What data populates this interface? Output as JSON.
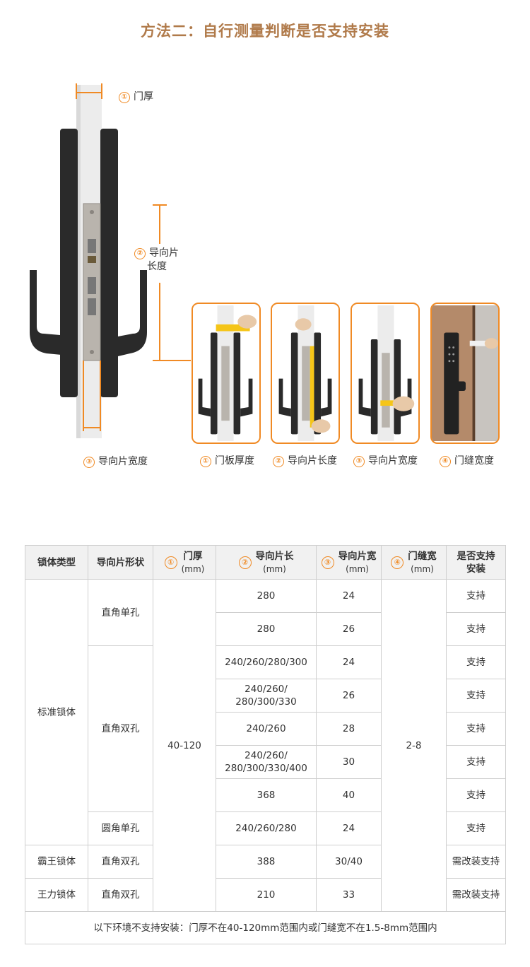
{
  "title": "方法二：自行测量判断是否支持安装",
  "annotations": {
    "door_thickness": {
      "num": "①",
      "label": "门厚"
    },
    "guide_length": {
      "num": "②",
      "label_line1": "导向片",
      "label_line2": "长度"
    },
    "guide_width": {
      "num": "③",
      "label": "导向片宽度"
    }
  },
  "cards": [
    {
      "num": "①",
      "label": "门板厚度"
    },
    {
      "num": "②",
      "label": "导向片长度"
    },
    {
      "num": "③",
      "label": "导向片宽度"
    },
    {
      "num": "④",
      "label": "门缝宽度"
    }
  ],
  "table": {
    "headers": {
      "lock_type": "锁体类型",
      "guide_shape": "导向片形状",
      "door_thickness": {
        "num": "①",
        "label": "门厚",
        "unit": "(mm)"
      },
      "guide_length": {
        "num": "②",
        "label": "导向片长",
        "unit": "(mm)"
      },
      "guide_width": {
        "num": "③",
        "label": "导向片宽",
        "unit": "(mm)"
      },
      "door_gap": {
        "num": "④",
        "label": "门缝宽",
        "unit": "(mm)"
      },
      "supported": "是否支持安装"
    },
    "groups": {
      "standard": "标准锁体",
      "bawang": "霸王锁体",
      "wangli": "王力锁体"
    },
    "shapes": {
      "right_single": "直角单孔",
      "right_double": "直角双孔",
      "round_single": "圆角单孔",
      "bawang_shape": "直角双孔",
      "wangli_shape": "直角双孔"
    },
    "door_thickness_value": "40-120",
    "door_gap_value": "2-8",
    "rows": [
      {
        "length": "280",
        "width": "24",
        "support": "支持"
      },
      {
        "length": "280",
        "width": "26",
        "support": "支持"
      },
      {
        "length": "240/260/280/300",
        "width": "24",
        "support": "支持"
      },
      {
        "length_line1": "240/260/",
        "length_line2": "280/300/330",
        "width": "26",
        "support": "支持"
      },
      {
        "length": "240/260",
        "width": "28",
        "support": "支持"
      },
      {
        "length_line1": "240/260/",
        "length_line2": "280/300/330/400",
        "width": "30",
        "support": "支持"
      },
      {
        "length": "368",
        "width": "40",
        "support": "支持"
      },
      {
        "length": "240/260/280",
        "width": "24",
        "support": "支持"
      },
      {
        "length": "388",
        "width": "30/40",
        "support": "需改装支持"
      },
      {
        "length": "210",
        "width": "33",
        "support": "需改装支持"
      }
    ],
    "footer": "以下环境不支持安装：门厚不在40-120mm范围内或门缝宽不在1.5-8mm范围内"
  },
  "colors": {
    "accent": "#f08a24",
    "title": "#b07a4a",
    "lock_body": "#2a2a2a",
    "plate": "#b9b4ad"
  }
}
